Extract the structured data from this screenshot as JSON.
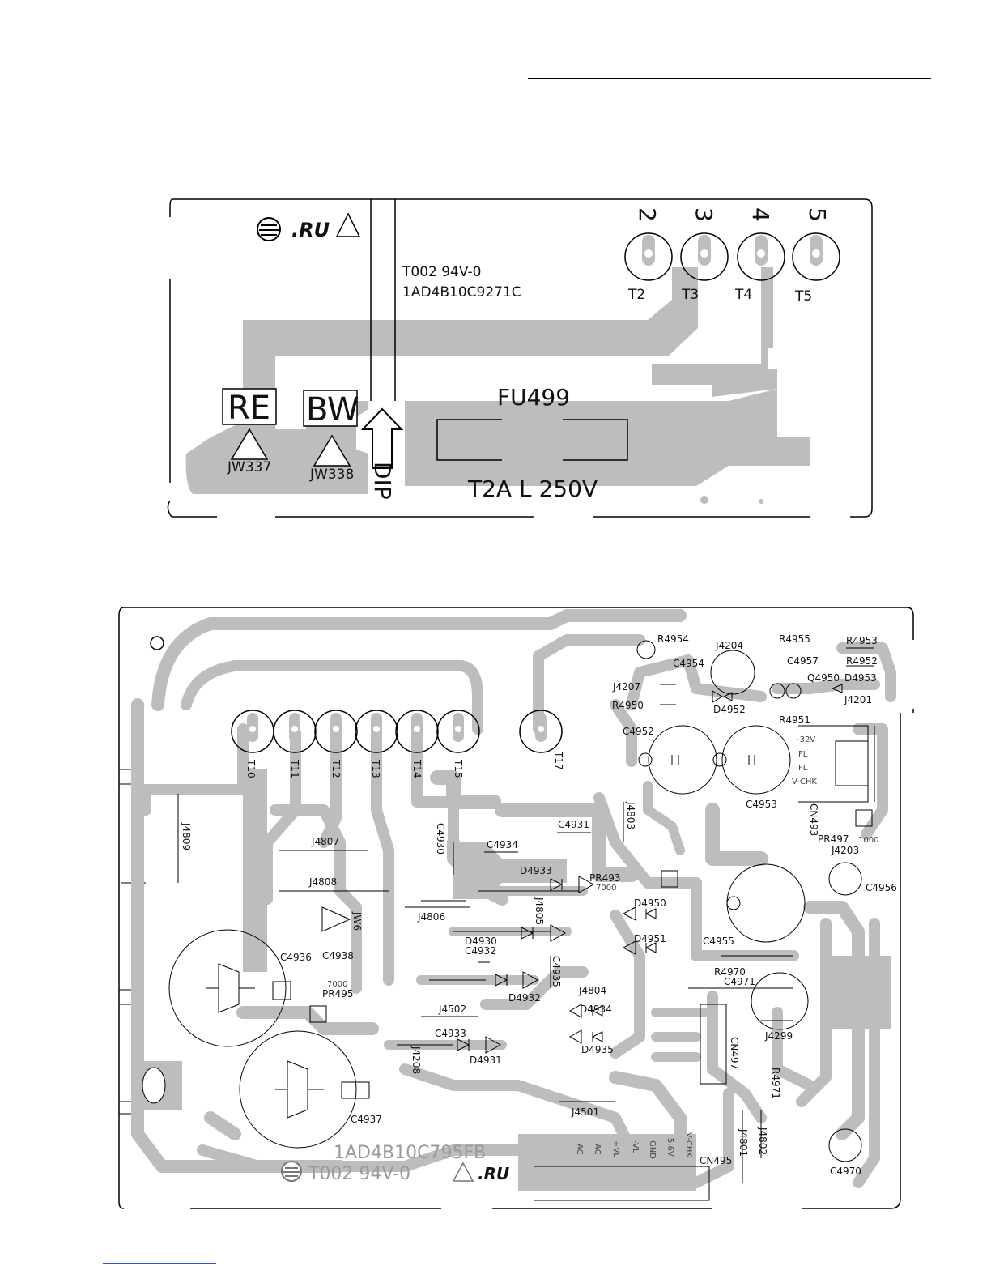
{
  "top_board": {
    "code1": "T002 94V-0",
    "code2": "1AD4B10C9271C",
    "fuse": "FU499",
    "rating": "T2A L 250V",
    "dip": "DIP",
    "boxes": [
      "RE",
      "BW"
    ],
    "jumpers": [
      "JW337",
      "JW338"
    ],
    "pin_numbers": [
      "2",
      "3",
      "4",
      "5"
    ],
    "terminals": [
      "T2",
      "T3",
      "T4",
      "T5"
    ]
  },
  "bottom_board": {
    "board_code": "1AD4B10C795FB",
    "board_mark": "T002 94V-0",
    "connector": "CN495",
    "connector_pins": [
      "AC",
      "AC",
      "+VL",
      "-VL",
      "GND",
      "5.6V",
      "V-CHK"
    ],
    "terminals": [
      "T10",
      "T11",
      "T12",
      "T13",
      "T14",
      "T15",
      "T17"
    ],
    "cn493_pins": [
      "-32V",
      "FL",
      "FL",
      "V-CHK"
    ],
    "labels": {
      "r4954": "R4954",
      "j4204": "J4204",
      "r4955": "R4955",
      "r4953": "R4953",
      "r4952": "R4952",
      "c4954": "C4954",
      "c4957": "C4957",
      "q4950": "Q4950",
      "d4953": "D4953",
      "j4207": "J4207",
      "j4201": "J4201",
      "r4950": "R4950",
      "d4952": "D4952",
      "r4951": "R4951",
      "c4952": "C4952",
      "c4953": "C4953",
      "cn493": "CN493",
      "pr497": "PR497",
      "val1000": "1000",
      "j4203": "J4203",
      "c4956": "C4956",
      "j4803": "J4803",
      "c4931": "C4931",
      "c4930": "C4930",
      "c4934": "C4934",
      "j4807": "J4807",
      "j4809": "J4809",
      "d4933": "D4933",
      "pr493": "PR493",
      "val7000a": "7000",
      "j4808": "J4808",
      "d4950": "D4950",
      "jw6": "JW6",
      "j4806": "J4806",
      "j4805": "J4805",
      "d4951": "D4951",
      "c4955": "C4955",
      "d4930": "D4930",
      "c4932": "C4932",
      "c4936": "C4936",
      "c4938": "C4938",
      "c4935": "C4935",
      "r4970": "R4970",
      "c4971": "C4971",
      "val7000b": "7000",
      "pr495": "PR495",
      "d4932": "D4932",
      "j4804": "J4804",
      "j4502": "J4502",
      "d4934": "D4934",
      "j4299": "J4299",
      "c4933": "C4933",
      "cn497": "CN497",
      "j4208": "J4208",
      "d4931": "D4931",
      "d4935": "D4935",
      "r4971": "R4971",
      "j4501": "J4501",
      "c4937": "C4937",
      "j4802": "J4802",
      "j4801": "J4801",
      "c4970": "C4970"
    }
  }
}
